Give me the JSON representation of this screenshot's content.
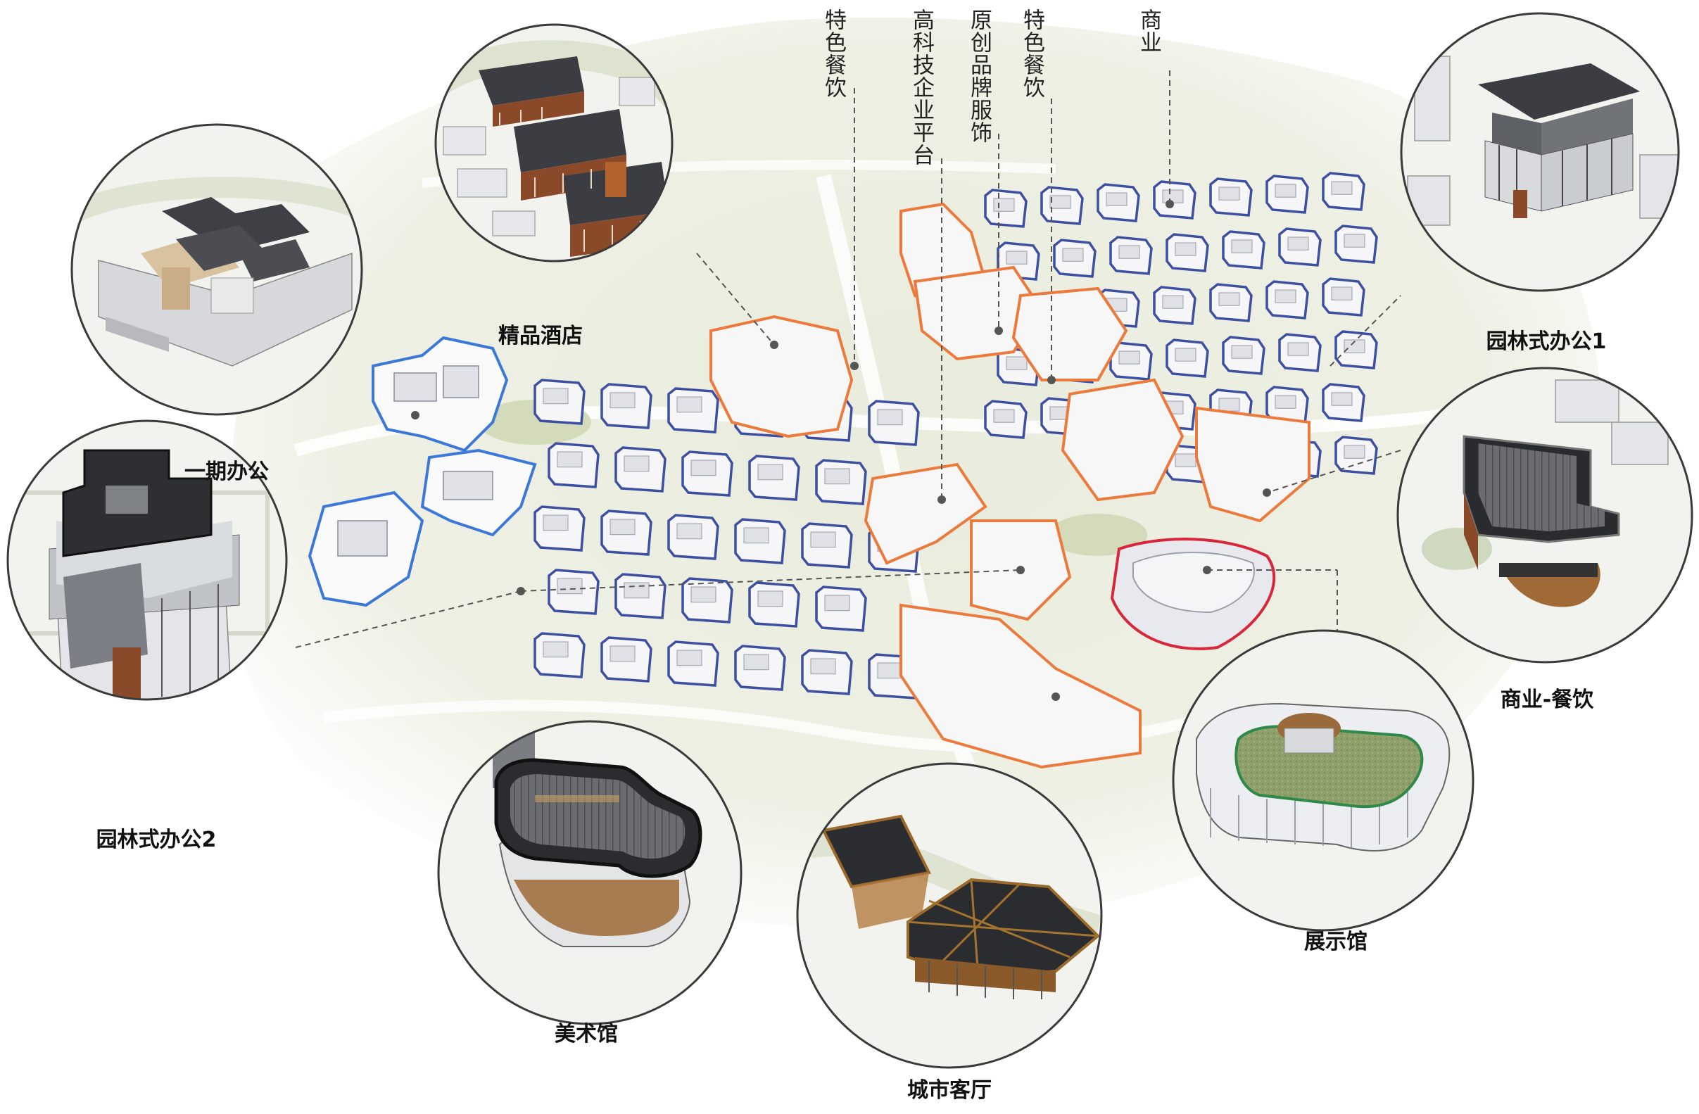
{
  "colors": {
    "ground": "#e8ebdc",
    "paving": "#d9ddc8",
    "lawn": "#cdd6b0",
    "office_outline": "#3b78d8",
    "villa_outline": "#3d4fa0",
    "commercial_outline": "#ec7a3c",
    "exhibition_outline": "#d8263a",
    "leader_line": "#555555",
    "circle_border": "#3a3a3a"
  },
  "callouts": [
    {
      "id": "hotel",
      "label": "精品酒店"
    },
    {
      "id": "phase1-office",
      "label": "一期办公"
    },
    {
      "id": "garden-office-2",
      "label": "园林式办公2"
    },
    {
      "id": "art-museum",
      "label": "美术馆"
    },
    {
      "id": "city-lounge",
      "label": "城市客厅"
    },
    {
      "id": "exhibition-hall",
      "label": "展示馆"
    },
    {
      "id": "commercial-dining",
      "label": "商业-餐饮"
    },
    {
      "id": "garden-office-1",
      "label": "园林式办公1"
    }
  ],
  "zone_labels": [
    {
      "id": "special-dining-1",
      "label": "特色餐饮"
    },
    {
      "id": "hitech-platform",
      "label": "高科技企业平台"
    },
    {
      "id": "original-brand",
      "label": "原创品牌服饰"
    },
    {
      "id": "special-dining-2",
      "label": "特色餐饮"
    },
    {
      "id": "commerce",
      "label": "商业"
    }
  ]
}
